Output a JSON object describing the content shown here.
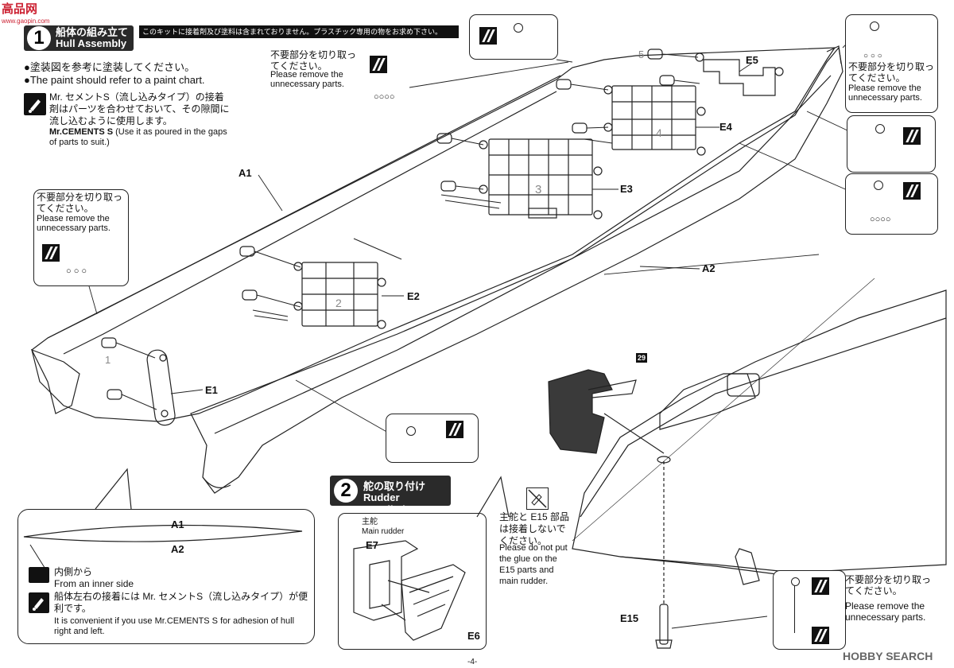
{
  "step1": {
    "num": "1",
    "title_jp": "船体の組み立て",
    "title_en": "Hull Assembly"
  },
  "notice": "このキットに接着剤及び塗料は含まれておりません。プラスチック専用の物をお求め下さい。",
  "paint_jp": "●塗装図を参考に塗装してください。",
  "paint_en": "●The paint should refer to a paint chart.",
  "cement1_jp": "Mr. セメントS（流し込みタイプ）の接着剤はパーツを合わせておいて、その隙間に流し込むように使用します。",
  "cement1_en_bold": "Mr.CEMENTS S",
  "cement1_en": "(Use it as poured in the gaps of parts to suit.)",
  "remove_jp": "不要部分を切り取ってください。",
  "remove_en": "Please remove the unnecessary parts.",
  "parts": {
    "a1": "A1",
    "a2": "A2",
    "e1": "E1",
    "e2": "E2",
    "e3": "E3",
    "e4": "E4",
    "e5": "E5",
    "e6": "E6",
    "e7": "E7",
    "e15": "E15"
  },
  "seat_nums": [
    "1",
    "2",
    "3",
    "4",
    "5"
  ],
  "step2": {
    "num": "2",
    "title_jp": "舵の取り付け",
    "title_en": "Rudder Installation"
  },
  "main_rudder_jp": "主舵",
  "main_rudder_en": "Main rudder",
  "inner_jp": "内側から",
  "inner_en": "From an inner side",
  "hull_cement_jp": "船体左右の接着には Mr. セメントS（流し込みタイプ）が便利です。",
  "hull_cement_en": "It is convenient if you use Mr.CEMENTS S for adhesion of hull right and left.",
  "noglue_jp": "主舵と E15 部品は接着しないでください。",
  "noglue_en": "Please do not put the glue on the E15 parts and main rudder.",
  "paint_code": "29",
  "page": "-4-",
  "watermark_left": "高品网",
  "watermark_left_sub": "www.gaopin.com",
  "watermark_right": "HOBBY SEARCH",
  "colors": {
    "header_bg": "#2a2a2a",
    "line": "#222222",
    "paint_fill": "#3a3a3a"
  }
}
